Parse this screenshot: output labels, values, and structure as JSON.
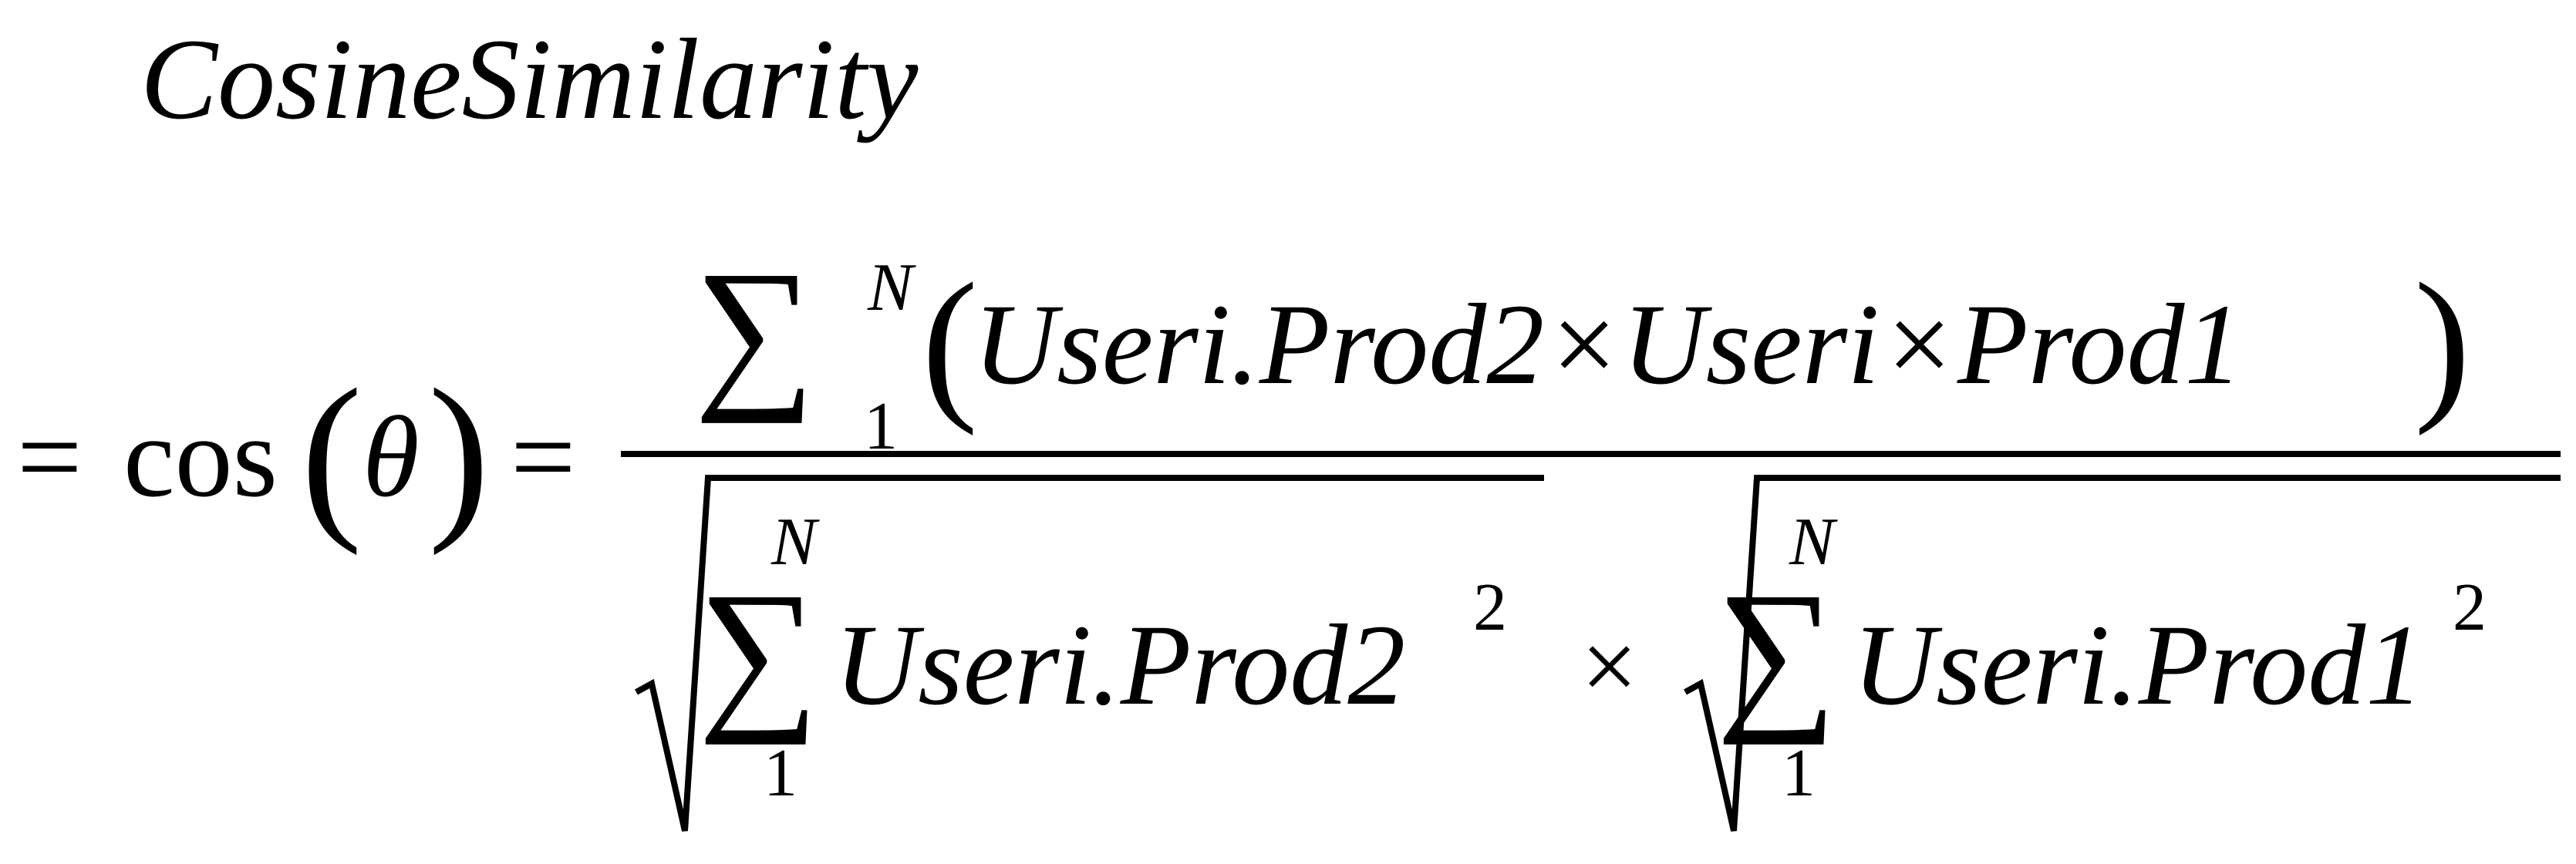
{
  "formula": {
    "title": "CosineSimilarity",
    "left_equals": "=",
    "cos_label": "cos",
    "theta": "θ",
    "middle_equals": "=",
    "paren_open": "(",
    "paren_close": ")",
    "numerator": {
      "sum_symbol": "∑",
      "upper_limit": "N",
      "lower_limit": "1",
      "expression": "Useri.Prod2×Useri×Prod1"
    },
    "denominator": {
      "left": {
        "sum_symbol": "∑",
        "upper_limit": "N",
        "lower_limit": "1",
        "term": "Useri.Prod2",
        "exponent": "2"
      },
      "times": "×",
      "right": {
        "sum_symbol": "∑",
        "upper_limit": "N",
        "lower_limit": "1",
        "term": "Useri.Prod1",
        "exponent": "2"
      }
    }
  }
}
